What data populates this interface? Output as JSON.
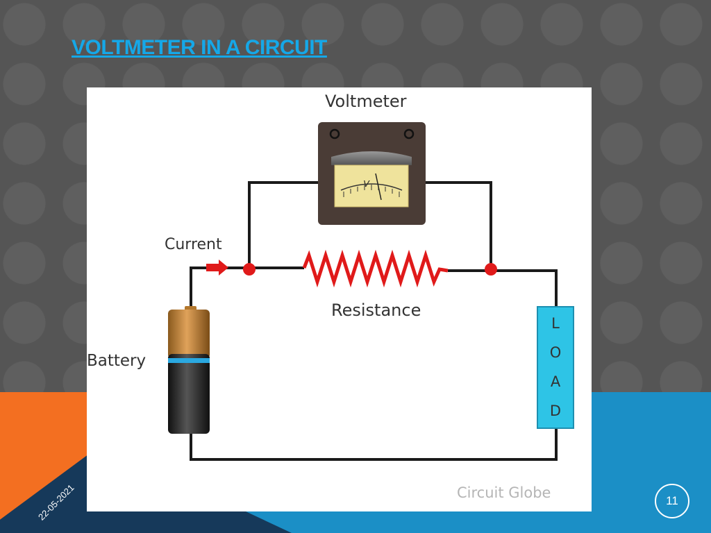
{
  "slide": {
    "title": "VOLTMETER IN A CIRCUIT",
    "date": "22-05-2021",
    "page_number": "11"
  },
  "diagram": {
    "voltmeter_label": "Voltmeter",
    "meter_symbol": "V",
    "current_label": "Current",
    "resistance_label": "Resistance",
    "battery_label": "Battery",
    "load_letters": [
      "L",
      "O",
      "A",
      "D"
    ],
    "watermark": "Circuit Globe"
  },
  "colors": {
    "title": "#15a8e8",
    "accent_orange": "#f36f21",
    "accent_blue": "#1b8fc6",
    "wire": "#1a1a1a",
    "node": "#e01a1a",
    "resistor": "#e01a1a",
    "load_fill": "#2ec4e6"
  }
}
